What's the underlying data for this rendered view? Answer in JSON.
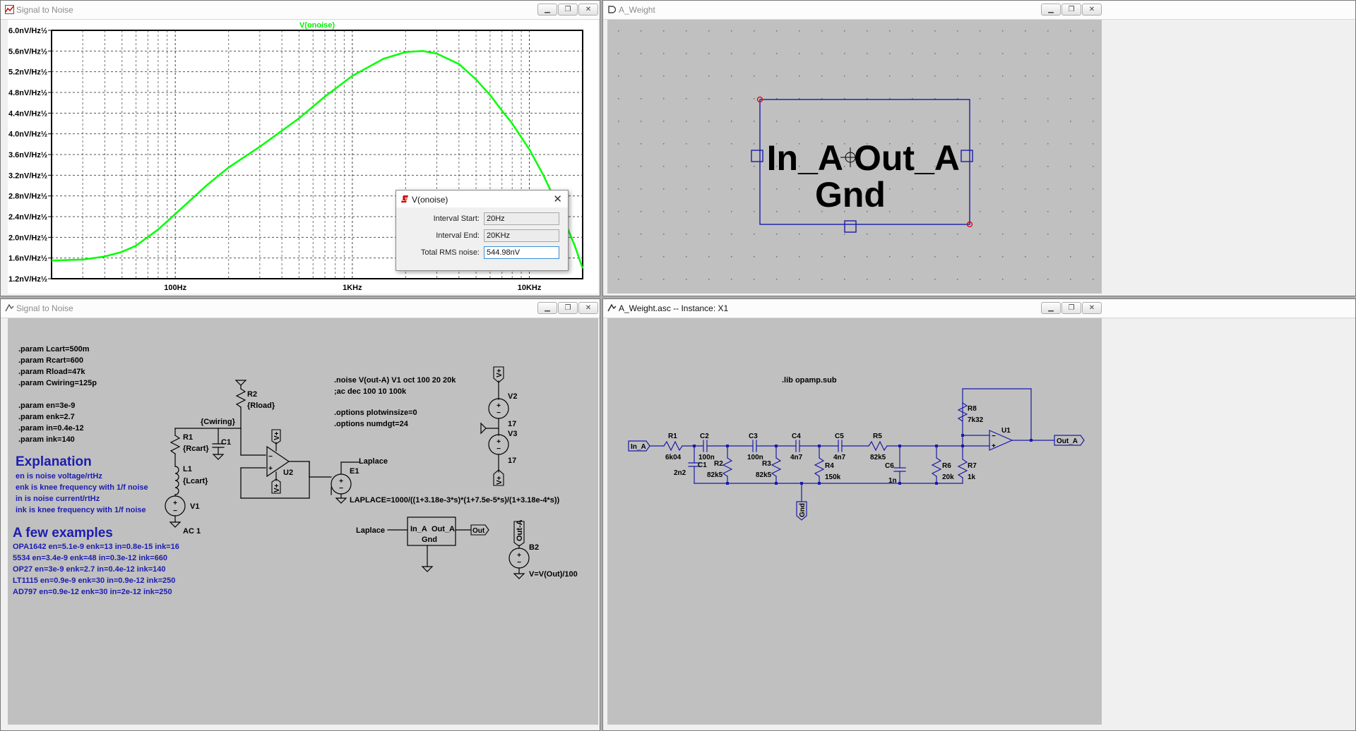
{
  "windows": {
    "plot": {
      "title": "Signal to Noise",
      "trace_label": "V(onoise)",
      "trace_color": "#00ff00",
      "y_ticks": [
        "6.0nV/Hz½",
        "5.6nV/Hz½",
        "5.2nV/Hz½",
        "4.8nV/Hz½",
        "4.4nV/Hz½",
        "4.0nV/Hz½",
        "3.6nV/Hz½",
        "3.2nV/Hz½",
        "2.8nV/Hz½",
        "2.4nV/Hz½",
        "2.0nV/Hz½",
        "1.6nV/Hz½",
        "1.2nV/Hz½"
      ],
      "x_ticks": [
        "100Hz",
        "1KHz",
        "10KHz"
      ]
    },
    "symbol": {
      "title": "A_Weight",
      "pin_in": "In_A",
      "pin_out": "Out_A",
      "pin_gnd": "Gnd"
    },
    "schematic": {
      "title": "Signal to Noise",
      "params1": [
        ".param Lcart=500m",
        ".param Rcart=600",
        ".param Rload=47k",
        ".param Cwiring=125p"
      ],
      "params2": [
        ".param en=3e-9",
        ".param enk=2.7",
        ".param in=0.4e-12",
        ".param ink=140"
      ],
      "explanation_title": "Explanation",
      "explanation_lines": [
        "en is noise voltage/rtHz",
        "enk is knee frequency with 1/f noise",
        "in is noise current/rtHz",
        "ink is knee frequency with 1/f noise"
      ],
      "examples_title": "A few examples",
      "examples_lines": [
        "OPA1642 en=5.1e-9 enk=13 in=0.8e-15 ink=16",
        "5534 en=3.4e-9 enk=48 in=0.3e-12 ink=660",
        "OP27 en=3e-9 enk=2.7 in=0.4e-12 ink=140",
        "LT1115 en=0.9e-9 enk=30 in=0.9e-12 ink=250",
        "AD797 en=0.9e-12 enk=30 in=2e-12 ink=250"
      ],
      "directives": [
        ".noise V(out-A) V1 oct 100 20 20k",
        ";ac dec 100 10 100k",
        "",
        ".options plotwinsize=0",
        ".options numdgt=24"
      ],
      "labels": {
        "r2": "R2",
        "r2v": "{Rload}",
        "cwiring": "{Cwiring}",
        "r1": "R1",
        "r1v": "{Rcart}",
        "c1": "C1",
        "l1": "L1",
        "l1v": "{Lcart}",
        "v1": "V1",
        "ac": "AC 1",
        "u2": "U2",
        "vplus": "V+",
        "e1": "E1",
        "laplace": "Laplace",
        "laplace_expr": "LAPLACE=1000/((1+3.18e-3*s)*(1+7.5e-5*s)/(1+3.18e-4*s))",
        "v2": "V2",
        "v2v": "17",
        "v3": "V3",
        "v3v": "17",
        "x_in": "In_A",
        "x_out": "Out_A",
        "x_gnd": "Gnd",
        "out": "Out",
        "b2": "B2",
        "b2v": "V=V(Out)/100",
        "outa": "Out-A"
      }
    },
    "instance": {
      "title": "A_Weight.asc -- Instance: X1",
      "lib": ".lib opamp.sub",
      "labels": {
        "in": "In_A",
        "out": "Out_A",
        "gnd": "Gnd",
        "r1": "R1",
        "r1v": "6k04",
        "c2": "C2",
        "c2v": "100n",
        "c3": "C3",
        "c3v": "100n",
        "c4": "C4",
        "c4v": "4n7",
        "c5": "C5",
        "c5v": "4n7",
        "r5": "R5",
        "r5v": "82k5",
        "c1": "C1",
        "c1v": "2n2",
        "r2": "R2",
        "r2v": "82k5",
        "r3": "R3",
        "r3v": "82k5",
        "r4": "R4",
        "r4v": "150k",
        "c6": "C6",
        "c6v": "1n",
        "r6": "R6",
        "r6v": "20k",
        "r7": "R7",
        "r7v": "1k",
        "r8": "R8",
        "r8v": "7k32",
        "u1": "U1"
      }
    }
  },
  "dialog": {
    "title": "V(onoise)",
    "interval_start_label": "Interval Start:",
    "interval_start_value": "20Hz",
    "interval_end_label": "Interval End:",
    "interval_end_value": "20KHz",
    "total_rms_label": "Total RMS noise:",
    "total_rms_value": "544.98nV"
  },
  "chart_data": {
    "type": "line",
    "title": "",
    "xlabel": "",
    "ylabel": "",
    "x_scale": "log",
    "xlim": [
      20,
      20000
    ],
    "ylim": [
      1.2,
      6.0
    ],
    "grid": true,
    "series": [
      {
        "name": "V(onoise)",
        "x": [
          20,
          30,
          40,
          50,
          60,
          80,
          100,
          150,
          200,
          300,
          500,
          700,
          1000,
          1500,
          2000,
          2500,
          3000,
          4000,
          5000,
          6000,
          7000,
          8000,
          10000,
          12000,
          15000,
          18000,
          20000
        ],
        "y": [
          1.55,
          1.57,
          1.63,
          1.72,
          1.84,
          2.15,
          2.45,
          3.0,
          3.35,
          3.75,
          4.3,
          4.72,
          5.12,
          5.45,
          5.58,
          5.6,
          5.55,
          5.35,
          5.05,
          4.75,
          4.45,
          4.2,
          3.7,
          3.2,
          2.5,
          1.85,
          1.4
        ]
      }
    ]
  }
}
